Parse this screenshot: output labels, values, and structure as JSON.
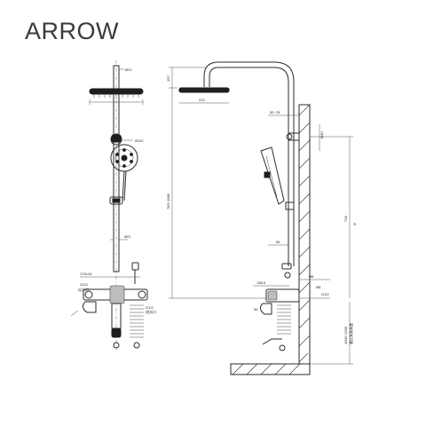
{
  "brand": "ARROW",
  "front_view": {
    "labels": {
      "top_pipe_dia": "Ø22",
      "head_dia": "Ø157",
      "bar_dia": "Ø21",
      "mixer_width": "170±15",
      "left_a": "G1/2",
      "left_b": "出水口",
      "right_a": "G1/2",
      "right_b": "进水口"
    }
  },
  "side_view": {
    "labels": {
      "top_height": "157",
      "total_height": "783~1083",
      "head_dia": "212",
      "arm_reach": "52~78",
      "bracket_dia": "Ø40",
      "rail_length": "718",
      "wall_gap": "56",
      "mixer_depth": "138.5",
      "v1": "Ø8",
      "v2": "Ø8",
      "v3": "G1/2",
      "floor_height": "1000~1200",
      "floor_note": "建议安装高度",
      "circle_mark": "①"
    }
  }
}
